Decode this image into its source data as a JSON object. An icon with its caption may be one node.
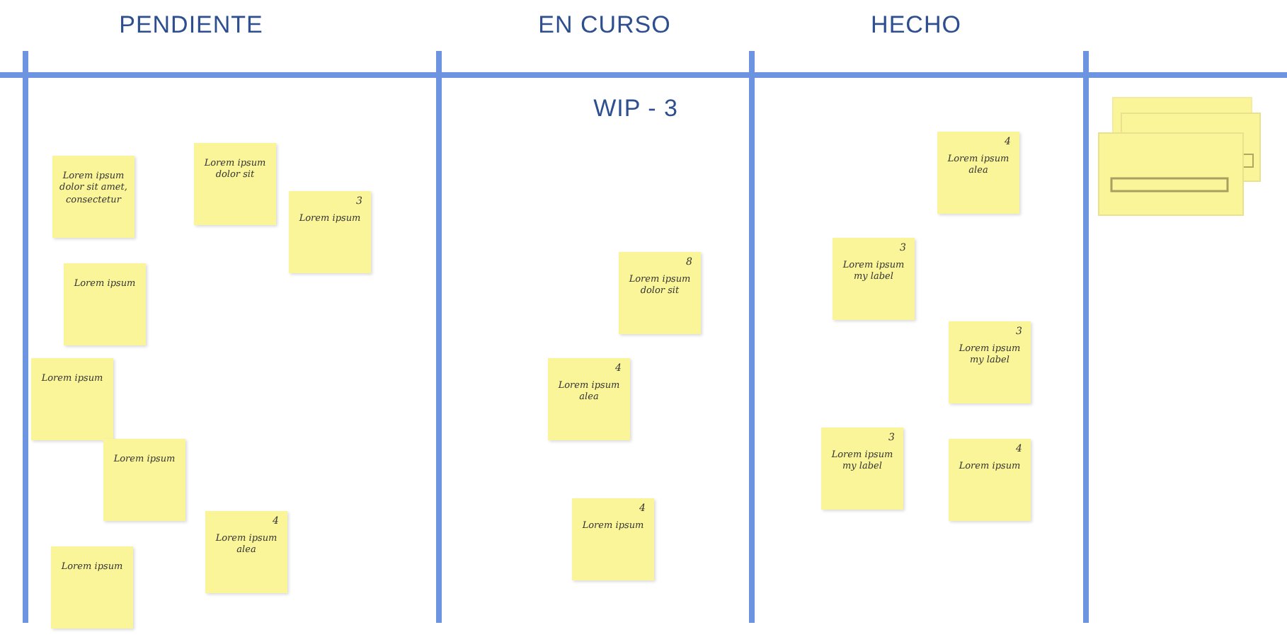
{
  "diagram": {
    "nodes": [
      {
        "text": [
          "Lorem ipsum dolor sit amet, consectetur"
        ]
      },
      {
        "text": [
          "Lorem ipsum dolor sit"
        ]
      },
      {
        "text": [
          "3",
          "Lorem ipsum"
        ]
      },
      {
        "text": [
          "Lorem ipsum"
        ]
      },
      {
        "text": [
          "Lorem ipsum"
        ]
      },
      {
        "text": [
          "Lorem ipsum"
        ]
      },
      {
        "text": [
          "4",
          "Lorem ipsum alea"
        ]
      },
      {
        "text": [
          "Lorem ipsum"
        ]
      },
      {
        "text": [
          "8",
          "Lorem ipsum dolor sit"
        ]
      },
      {
        "text": [
          "4",
          "Lorem ipsum alea"
        ]
      },
      {
        "text": [
          "4",
          "Lorem ipsum"
        ]
      },
      {
        "text": [
          "4",
          "Lorem ipsum alea"
        ]
      },
      {
        "text": [
          "3",
          "Lorem ipsum my label"
        ]
      },
      {
        "text": [
          "3",
          "Lorem ipsum my label"
        ]
      },
      {
        "text": [
          "3",
          "Lorem ipsum my label"
        ]
      },
      {
        "text": [
          "4",
          "Lorem ipsum"
        ]
      }
    ],
    "edges": [],
    "labels": [
      "PENDIENTE",
      "EN CURSO",
      "HECHO",
      "WIP - 3"
    ]
  }
}
